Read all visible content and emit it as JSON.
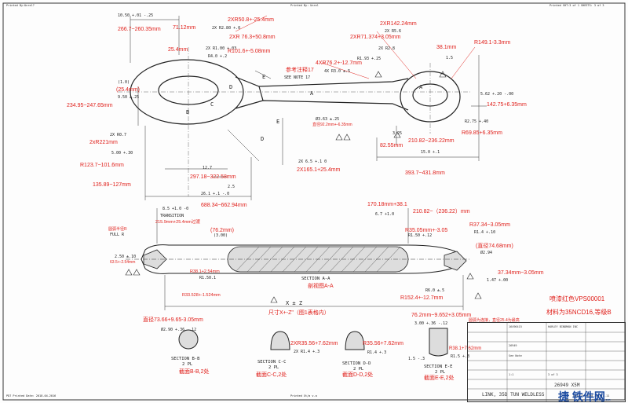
{
  "header": {
    "left": "Printed By:Unrel?",
    "center": "Printed By: Unrel",
    "right": "Printed SHT:3 of 1 SHEETS: 3 of 3"
  },
  "footer": {
    "left": "PD7 Printed Date: 2018-04-2016",
    "center": "Printed Xt/a v.a",
    "right": "Last Printed 2018-4-11"
  },
  "dims_black": {
    "d1": "10.50 +.01 -.25",
    "d2": "2X R2.80 +.0",
    "d3": "2X R1.00 +.03",
    "d4": "R4.0 +.2",
    "d5": "(1.0)",
    "d6": "9.50 ±.25",
    "d7": "2X R0.7",
    "d8": "5.00 +.30",
    "d9": "2X 6.5 +.1 0",
    "d10": "12.7",
    "d11": "26.1 +.1 -.0",
    "d12": "2.5",
    "d13": "2X R5.6",
    "d14": "2X R2.8",
    "d15": "R1.93 +.25",
    "d16": "1.5",
    "d17": "5.62 +.20 -.00",
    "d18": "R2.75 +.40",
    "d19": "3.25",
    "d20": "15.0 +.1",
    "d21": "SEE NOTE 17",
    "d22": "4X R3.0 ±.5",
    "d23": "Ø3.63 ±.25",
    "d24": "8.5 +1.0 -0",
    "d25": "TRANSITION",
    "d26": "FULL R",
    "d27": "2.50 ±.10",
    "d28": "(3.00)",
    "d29": "R1.50.1",
    "d30": "6.7 +1.0",
    "d31": "R1.4 +.10",
    "d32": "R1.50 +.12",
    "d33": "Ø2.94",
    "d34": "1.47 +.00",
    "d35": "R6.0 ±.5",
    "d36": "X ± Z"
  },
  "dims_red": {
    "r1": "266.7~260.35mm",
    "r2": "71.12mm",
    "r3": "25.4mm",
    "r4": "2XR50.8+-25.4mm",
    "r5": "2XR 76.3+50.8mm",
    "r6": "R101.6+-5.08mm",
    "r7": "参考注释17",
    "r8": "4XR76.2+-12.7mm",
    "r9": "2XR142.24mm",
    "r10": "2XR71.374+3.05mm",
    "r11": "38.1mm",
    "r12": "R149.1-3.3mm",
    "r13": "(25.4mm)",
    "r14": "234.95~247.65mm",
    "r15": "142.75+6.35mm",
    "r16": "2xR221mm",
    "r17": "直径92.2mm+-6.35mm",
    "r18": "R69.85+6.35mm",
    "r19": "82.55mm",
    "r20": "210.82~236.22mm",
    "r21": "R123.7~101.6mm",
    "r22": "135.89~127mm",
    "r23": "297.18~322.58mm",
    "r24": "2X165.1+25.4mm",
    "r25": "393.7~431.8mm",
    "r26": "688.34~662.94mm",
    "r27": "215.9mm+25.4mm过渡",
    "r28": "170.18mm+38.1",
    "r29": "210.82~（236.22）mm",
    "r30": "R35.05mm+-3.05",
    "r31": "R37.34~3.05mm",
    "r32": "(76.2mm)",
    "r33": "圆弧半径R",
    "r34": "63.5+-2.54mm",
    "r35": "(直径74.68mm)",
    "r36": "R38.1+2.54mm",
    "r37": "R33.528+-1.524mm",
    "r38": "37.34mm~3.05mm",
    "r39": "R152.4+-12.7mm",
    "r40": "剖视图A-A",
    "r41": "尺寸X+-Z\"（图1表格内）",
    "r42": "喷漆红色VPS00001",
    "r43": "材料为35NCD16,等级B",
    "r44": "直径73.66+9.65-3.05mm",
    "r45": "76.2mm~9.652+3.05mm",
    "r46": "圆弧为连接，直径25.4为最高",
    "r47": "2XR35.56+7.62mm",
    "r48": "R35.56+7.62mm",
    "r49": "R38.1+7.62mm",
    "r50": "截面B-B,2处",
    "r51": "截面C-C,2处",
    "r52": "截面D-D,2处",
    "r53": "截面E-E,2处"
  },
  "sections": {
    "aa": "SECTION A-A",
    "bb": "SECTION B-B",
    "bb_pl": "2 PL",
    "cc": "SECTION C-C",
    "cc_pl": "2 PL",
    "dd": "SECTION D-D",
    "dd_pl": "2 PL",
    "ee": "SECTION E-E",
    "ee_pl": "2 PL",
    "b_dia": "Ø2.90 +.36 -.12",
    "c_r": "2X R1.4 +.3",
    "d_r": "R1.4 +.3",
    "e_dim": "3.00 +.36 -.12",
    "e_r": "R1.5 +.3",
    "e_h": "1.5 -.3"
  },
  "labels": {
    "A": "A",
    "B": "B",
    "C": "C",
    "D": "D",
    "E": "E"
  },
  "title_block": {
    "part_no": "16496415",
    "doc": "26949",
    "name": "LINK, 35D TUN WELDLESS",
    "drawing": "26949 X5M",
    "rev": "See Note",
    "scale": "1:1",
    "sheet": "3 of 3",
    "company": "HARLEY BINDMAN INC",
    "watermark": "捷 铁件网",
    "watermark_sub": "www.tiejian.com"
  },
  "colors": {
    "annotation": "#e0201b",
    "lines": "#222222"
  }
}
